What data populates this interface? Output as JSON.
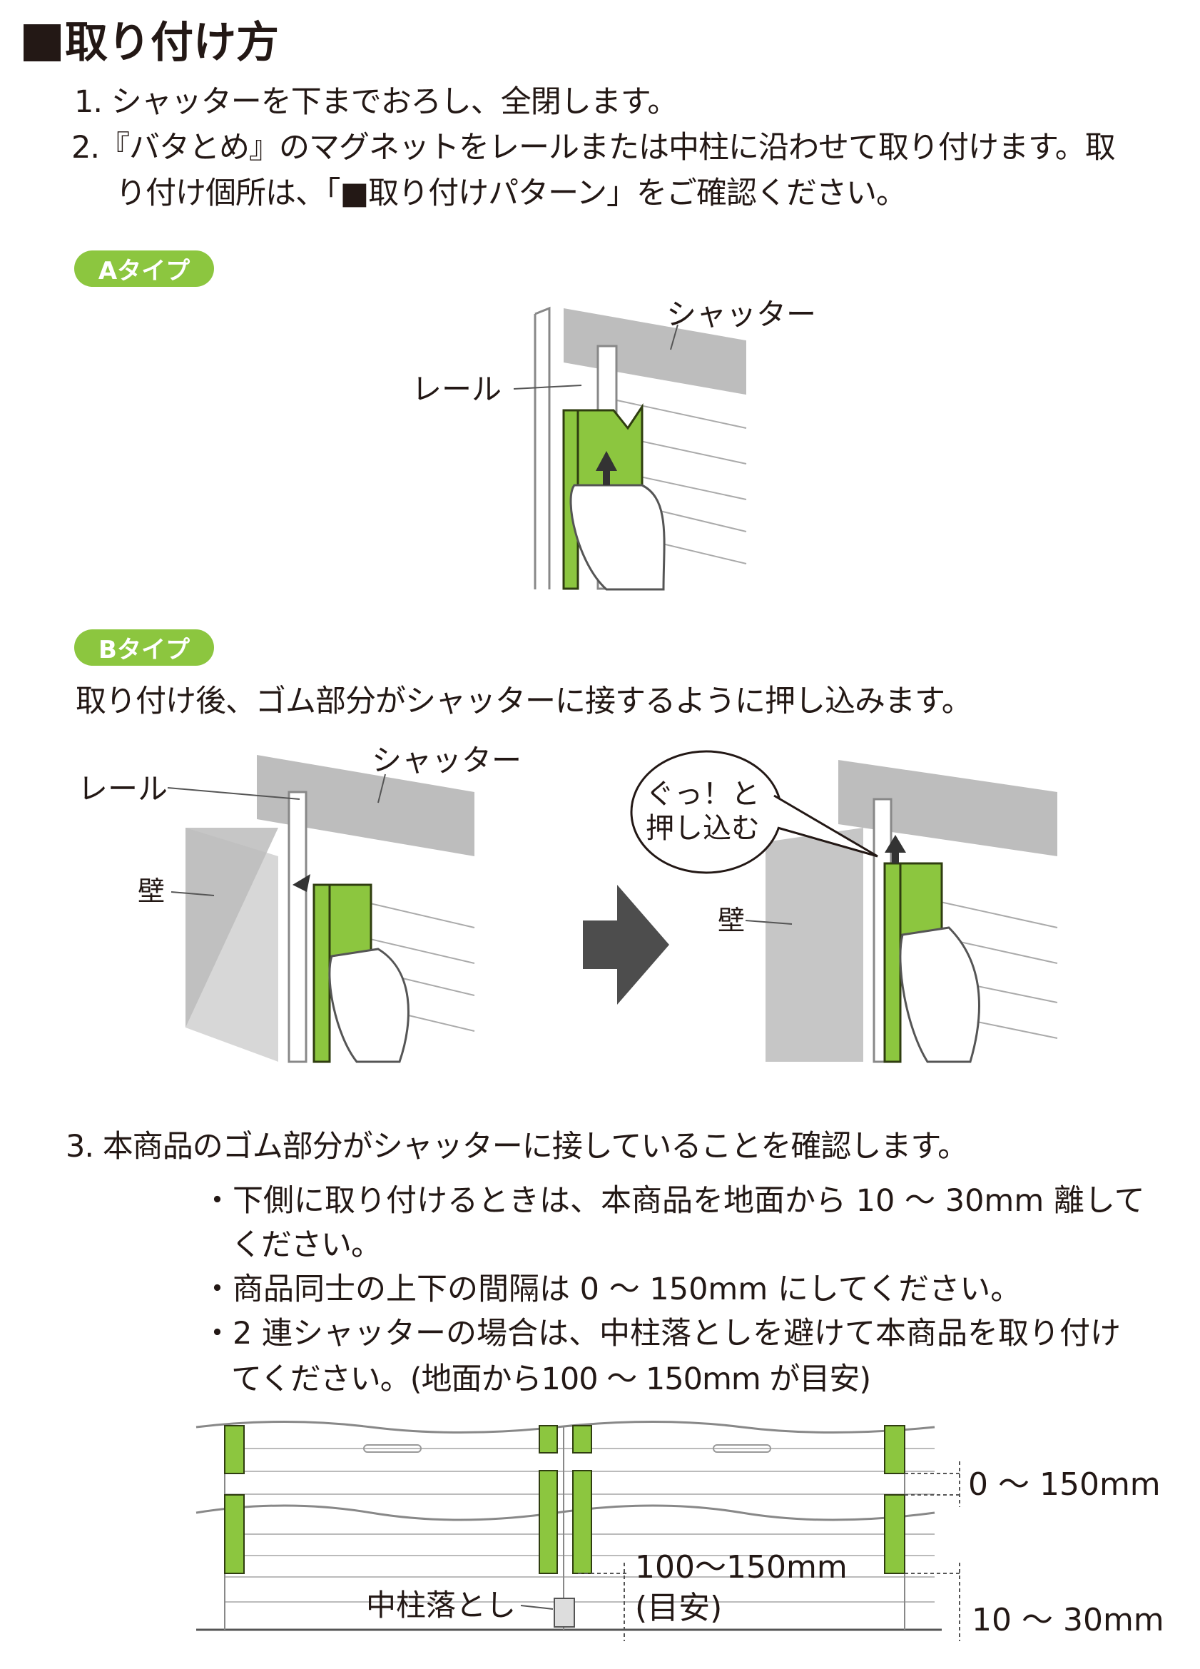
{
  "title": "取り付け方",
  "steps": {
    "step1": "1. シャッターを下までおろし、全閉します。",
    "step2_line1": "2.『バタとめ』のマグネットをレールまたは中柱に沿わせて取り付けます。取",
    "step2_line2": "り付け個所は、「■取り付けパターン」をご確認ください。",
    "step3": "3. 本商品のゴム部分がシャッターに接していることを確認します。"
  },
  "type_a": {
    "badge": "Aタイプ",
    "label_shutter": "シャッター",
    "label_rail": "レール"
  },
  "type_b": {
    "badge": "Bタイプ",
    "description": "取り付け後、ゴム部分がシャッターに接するように押し込みます。",
    "left": {
      "label_shutter": "シャッター",
      "label_rail": "レール",
      "label_wall": "壁"
    },
    "right": {
      "bubble_line1": "ぐっ！と",
      "bubble_line2": "押し込む",
      "label_wall": "壁"
    }
  },
  "notes": [
    {
      "line1": "下側に取り付けるときは、本商品を地面から 10 ～ 30mm 離して",
      "line2": "ください。"
    },
    {
      "line1": "商品同士の上下の間隔は 0 ～ 150mm にしてください。"
    },
    {
      "line1": "2 連シャッターの場合は、中柱落としを避けて本商品を取り付け",
      "line2": "てください。(地面から100 ～ 150mm が目安)"
    }
  ],
  "diagram": {
    "gap_label": "0 ～ 150mm",
    "center_drop_height": "100～150mm",
    "center_drop_note": "(目安)",
    "center_drop_label": "中柱落とし",
    "ground_gap_label": "10 ～ 30mm"
  },
  "colors": {
    "accent_green": "#8cc63f",
    "text": "#231815",
    "shutter_gray": "#bdbdbd"
  }
}
